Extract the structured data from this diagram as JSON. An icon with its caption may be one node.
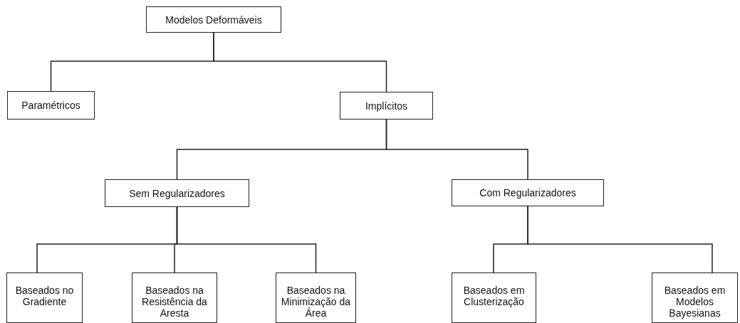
{
  "diagram": {
    "nodes": [
      {
        "text": [
          "Modelos Deformáveis"
        ]
      },
      {
        "text": [
          "Paramétricos"
        ]
      },
      {
        "text": [
          "Implícitos"
        ]
      },
      {
        "text": [
          "Sem Regularizadores"
        ]
      },
      {
        "text": [
          "Com Regularizadores"
        ]
      },
      {
        "text": [
          "Baseados no Gradiente"
        ]
      },
      {
        "text": [
          "Baseados na Resistência da Aresta"
        ]
      },
      {
        "text": [
          "Baseados na Minimização da Área"
        ]
      },
      {
        "text": [
          "Baseados em Clusterização"
        ]
      },
      {
        "text": [
          "Baseados em Modelos Bayesianas"
        ]
      }
    ],
    "edges": [
      {
        "from": 0,
        "to": 1,
        "arrow": "none"
      },
      {
        "from": 0,
        "to": 2,
        "arrow": "none"
      },
      {
        "from": 2,
        "to": 3,
        "arrow": "none"
      },
      {
        "from": 2,
        "to": 4,
        "arrow": "none"
      },
      {
        "from": 3,
        "to": 5,
        "arrow": "none"
      },
      {
        "from": 3,
        "to": 6,
        "arrow": "none"
      },
      {
        "from": 3,
        "to": 7,
        "arrow": "none"
      },
      {
        "from": 4,
        "to": 8,
        "arrow": "none"
      },
      {
        "from": 4,
        "to": 9,
        "arrow": "none"
      }
    ]
  }
}
